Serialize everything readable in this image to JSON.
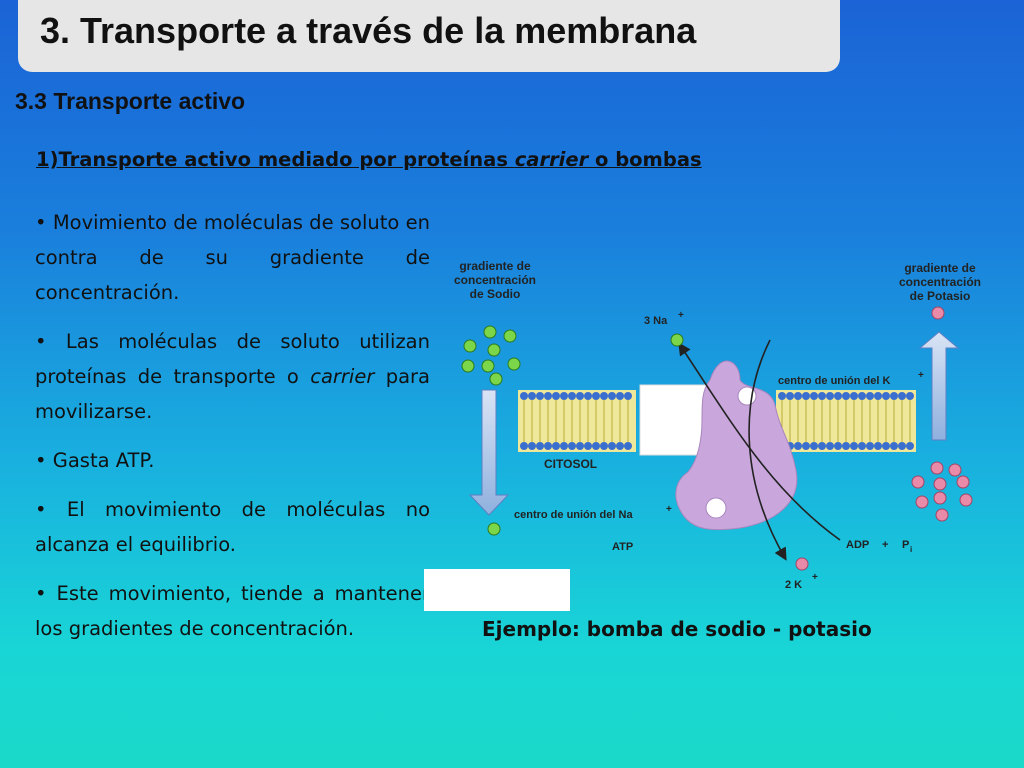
{
  "slide": {
    "title": "3. Transporte a través de la membrana",
    "subtitle": "3.3 Transporte activo",
    "heading_prefix": "1)Transporte activo mediado por proteínas ",
    "heading_italic": "carrier",
    "heading_suffix": " o bombas",
    "bullets": [
      {
        "text": "Movimiento de moléculas de soluto en contra de su gradiente de concentración."
      },
      {
        "prefix": "Las moléculas de soluto utilizan proteínas de transporte o ",
        "italic": "carrier",
        "suffix": " para movilizarse."
      },
      {
        "text": "Gasta ATP."
      },
      {
        "text": "El movimiento de moléculas no alcanza el equilibrio."
      },
      {
        "text": "Este movimiento, tiende a mantener los gradientes de concentración."
      }
    ],
    "bullet_glyph": "•",
    "caption": "Ejemplo: bomba de sodio - potasio"
  },
  "diagram": {
    "na_gradient_label": [
      "gradiente de",
      "concentración",
      "de Sodio"
    ],
    "k_gradient_label": [
      "gradiente de",
      "concentración",
      "de Potasio"
    ],
    "na_label": "3 Na",
    "k_label": "2 K",
    "plus": "+",
    "k_binding_label": "centro de unión del K",
    "na_binding_label": "centro de unión del Na",
    "cytosol_label": "CITOSOL",
    "atp_label": "ATP",
    "adp_label": "ADP",
    "pi_label": "P",
    "pi_sub": "i",
    "colors": {
      "sodium": "#7bd64a",
      "potassium": "#e88aa8",
      "protein": "#c9a6dc",
      "lipid_head": "#3b6fcf",
      "lipid_tail": "#e8e070"
    }
  }
}
